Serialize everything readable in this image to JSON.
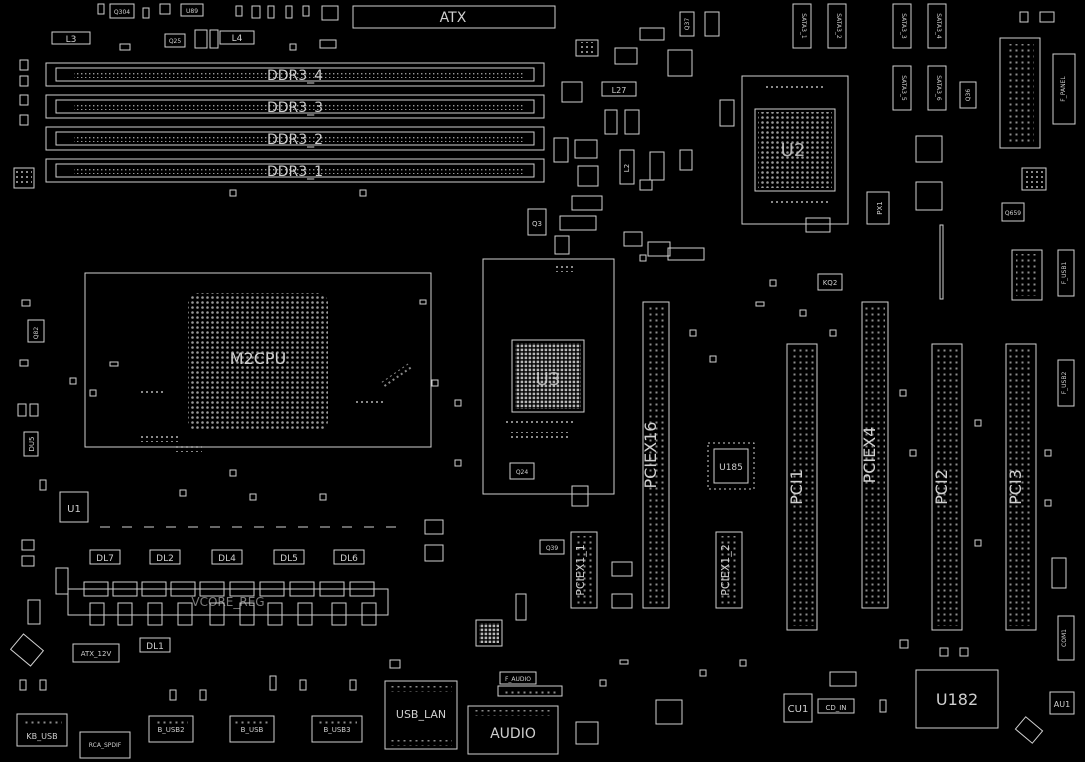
{
  "labels": {
    "atx": "ATX",
    "ddr4": "DDR3_4",
    "ddr3": "DDR3_3",
    "ddr2": "DDR3_2",
    "ddr1": "DDR3_1",
    "m2cpu": "M2CPU",
    "pciex16": "PCIEX16",
    "pciex1_1": "PCIEX1_1",
    "pciex1_2": "PCIEX1_2",
    "pci1": "PCI1",
    "pciex4": "PCIEX4",
    "pci2": "PCI2",
    "pci3": "PCI3",
    "u182": "U182",
    "u185": "U185",
    "u1": "U1",
    "cu1": "CU1",
    "cd_in": "CD_IN",
    "au1": "AU1",
    "audio": "AUDIO",
    "usb_lan": "USB_LAN",
    "kb_usb": "KB_USB",
    "rca_spdif": "RCA_SPDIF",
    "b_usb2": "B_USB2",
    "b_usb": "B_USB",
    "b_usb3": "B_USB3",
    "atx_12v": "ATX_12V",
    "dl1": "DL1",
    "dl2": "DL2",
    "dl4": "DL4",
    "dl5": "DL5",
    "dl6": "DL6",
    "dl7": "DL7",
    "l3": "L3",
    "l4": "L4",
    "l27": "L27",
    "q3": "Q3",
    "q24": "Q24",
    "q39": "Q39",
    "q37": "Q37",
    "q25": "Q25",
    "q36": "Q36",
    "q82": "Q82",
    "q659": "Q659",
    "kq2": "KQ2",
    "px1": "PX1",
    "u2": "U2",
    "u3": "U3",
    "du5": "DU5",
    "f_panel": "F_PANEL",
    "com1": "COM1",
    "f_usb1": "F_USB1",
    "f_usb2": "F_USB2",
    "f_audio": "F_AUDIO",
    "vrm": "VCORE_REG",
    "sata1": "SATA3_1",
    "sata2": "SATA3_2",
    "sata3": "SATA3_3",
    "sata4": "SATA3_4",
    "sata5": "SATA3_5",
    "sata6": "SATA3_6",
    "q304": "Q304",
    "u89": "U89",
    "l2": "L2"
  },
  "colors": {
    "background": "#000000",
    "outline": "#cfcfcf",
    "pins": "#9a9a9a",
    "chip_fill": "#555555"
  }
}
